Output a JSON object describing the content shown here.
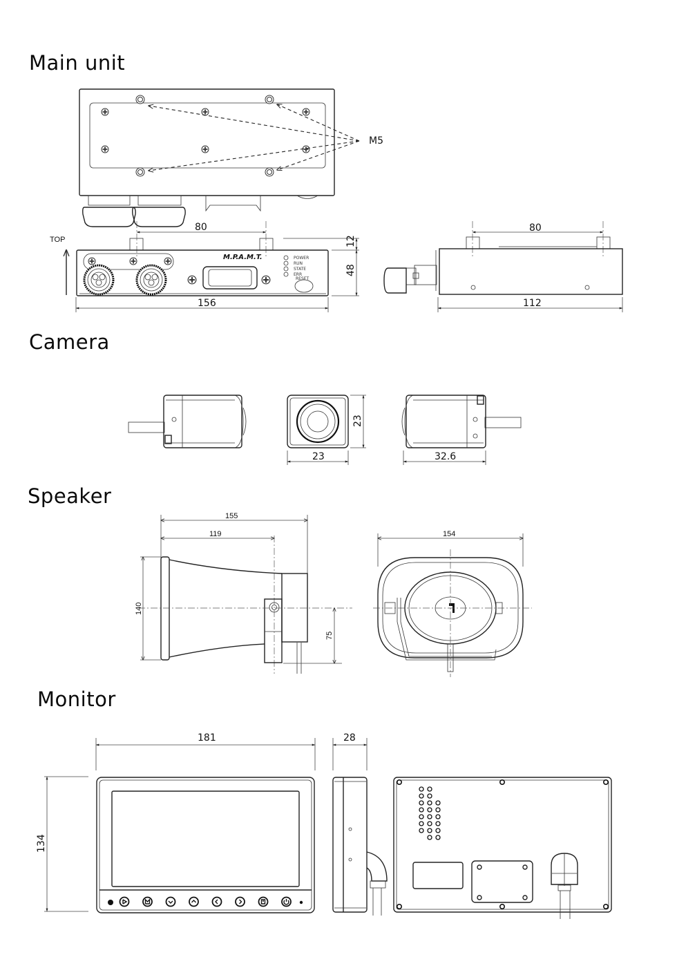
{
  "sections": {
    "main_unit": {
      "title": "Main unit",
      "callout": "M5",
      "top_label": "TOP",
      "brand": "M.P.A.M.T.",
      "indicators": [
        "POWER",
        "RUN",
        "STATE",
        "ERR"
      ],
      "reset_label": "RESET",
      "front_dims": {
        "hole_spacing": "80",
        "width": "156",
        "height": "48",
        "foot": "12"
      },
      "side_dims": {
        "hole_spacing": "80",
        "depth": "112"
      }
    },
    "camera": {
      "title": "Camera",
      "dims": {
        "front_height": "23",
        "front_width": "23",
        "depth": "32.6"
      }
    },
    "speaker": {
      "title": "Speaker",
      "side_dims": {
        "overall_length": "155",
        "horn_length": "119",
        "height": "140",
        "mount_height": "75"
      },
      "front_dims": {
        "width": "154"
      }
    },
    "monitor": {
      "title": "Monitor",
      "dims": {
        "width": "181",
        "depth": "28",
        "height": "134"
      },
      "buttons": [
        "source-icon",
        "menu-icon",
        "down-icon",
        "up-icon",
        "left-icon",
        "right-icon",
        "mode-icon",
        "power-icon"
      ]
    }
  }
}
